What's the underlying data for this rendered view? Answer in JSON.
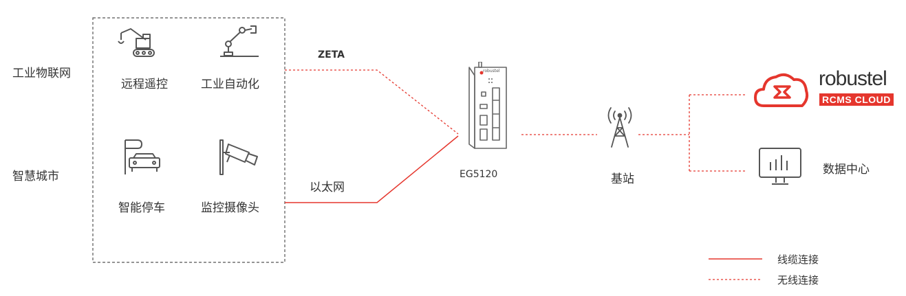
{
  "categories": {
    "iiot": "工业物联网",
    "smart_city": "智慧城市"
  },
  "devices": {
    "remote_control": "远程遥控",
    "automation": "工业自动化",
    "smart_parking": "智能停车",
    "camera": "监控摄像头"
  },
  "links": {
    "zeta": "ZETA",
    "ethernet": "以太网"
  },
  "gateway": {
    "name": "EG5120",
    "brand_tiny": "robustel"
  },
  "base_station": "基站",
  "cloud": {
    "brand": "robustel",
    "product": "RCMS CLOUD"
  },
  "data_center": "数据中心",
  "legend": {
    "wired": "线缆连接",
    "wireless": "无线连接"
  },
  "colors": {
    "accent": "#e5362d",
    "icon": "#555555",
    "border": "#555555"
  }
}
